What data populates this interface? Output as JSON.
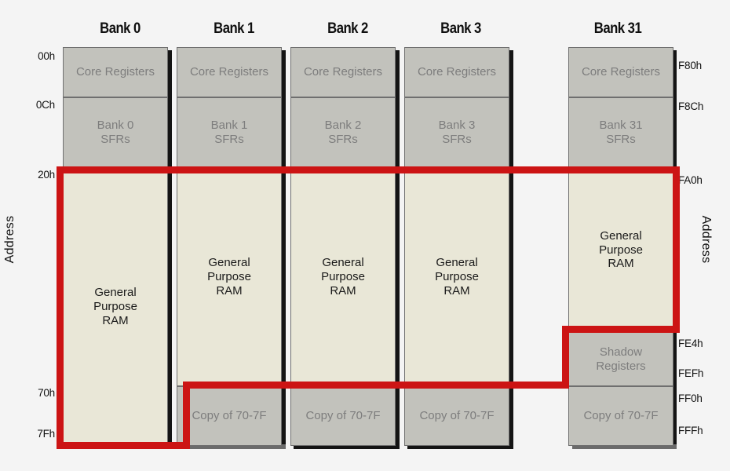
{
  "diagram": {
    "title_left_axis": "Address",
    "title_right_axis": "Address",
    "accent_color": "#cc1414",
    "sfr_fill": "#c2c2bc",
    "ram_fill": "#e9e7d7",
    "background": "#f4f4f4"
  },
  "left_ticks": [
    {
      "label": "00h"
    },
    {
      "label": "0Ch"
    },
    {
      "label": "20h"
    },
    {
      "label": "70h"
    },
    {
      "label": "7Fh"
    }
  ],
  "right_ticks": [
    {
      "label": "F80h"
    },
    {
      "label": "F8Ch"
    },
    {
      "label": "FA0h"
    },
    {
      "label": "FE4h"
    },
    {
      "label": "FEFh"
    },
    {
      "label": "FF0h"
    },
    {
      "label": "FFFh"
    }
  ],
  "banks": [
    {
      "title": "Bank 0",
      "cells": [
        {
          "name": "core-registers",
          "text": "Core Registers",
          "style": "sfr"
        },
        {
          "name": "bank-sfrs",
          "text": "Bank 0\nSFRs",
          "style": "sfr"
        },
        {
          "name": "general-purpose-ram",
          "text": "General\nPurpose\nRAM",
          "style": "ram"
        }
      ]
    },
    {
      "title": "Bank 1",
      "cells": [
        {
          "name": "core-registers",
          "text": "Core Registers",
          "style": "sfr"
        },
        {
          "name": "bank-sfrs",
          "text": "Bank 1\nSFRs",
          "style": "sfr"
        },
        {
          "name": "general-purpose-ram",
          "text": "General\nPurpose\nRAM",
          "style": "ram"
        },
        {
          "name": "copy-of-70-7f",
          "text": "Copy of 70-7F",
          "style": "sfr"
        }
      ]
    },
    {
      "title": "Bank 2",
      "cells": [
        {
          "name": "core-registers",
          "text": "Core Registers",
          "style": "sfr"
        },
        {
          "name": "bank-sfrs",
          "text": "Bank 2\nSFRs",
          "style": "sfr"
        },
        {
          "name": "general-purpose-ram",
          "text": "General\nPurpose\nRAM",
          "style": "ram"
        },
        {
          "name": "copy-of-70-7f",
          "text": "Copy of 70-7F",
          "style": "sfr"
        }
      ]
    },
    {
      "title": "Bank 3",
      "cells": [
        {
          "name": "core-registers",
          "text": "Core Registers",
          "style": "sfr"
        },
        {
          "name": "bank-sfrs",
          "text": "Bank 3\nSFRs",
          "style": "sfr"
        },
        {
          "name": "general-purpose-ram",
          "text": "General\nPurpose\nRAM",
          "style": "ram"
        },
        {
          "name": "copy-of-70-7f",
          "text": "Copy of 70-7F",
          "style": "sfr"
        }
      ]
    },
    {
      "title": "Bank 31",
      "cells": [
        {
          "name": "core-registers",
          "text": "Core Registers",
          "style": "sfr"
        },
        {
          "name": "bank-sfrs",
          "text": "Bank 31\nSFRs",
          "style": "sfr"
        },
        {
          "name": "general-purpose-ram",
          "text": "General\nPurpose\nRAM",
          "style": "ram"
        },
        {
          "name": "shadow-registers",
          "text": "Shadow\nRegisters",
          "style": "sfr"
        },
        {
          "name": "copy-of-70-7f",
          "text": "Copy of 70-7F",
          "style": "sfr"
        }
      ]
    }
  ]
}
